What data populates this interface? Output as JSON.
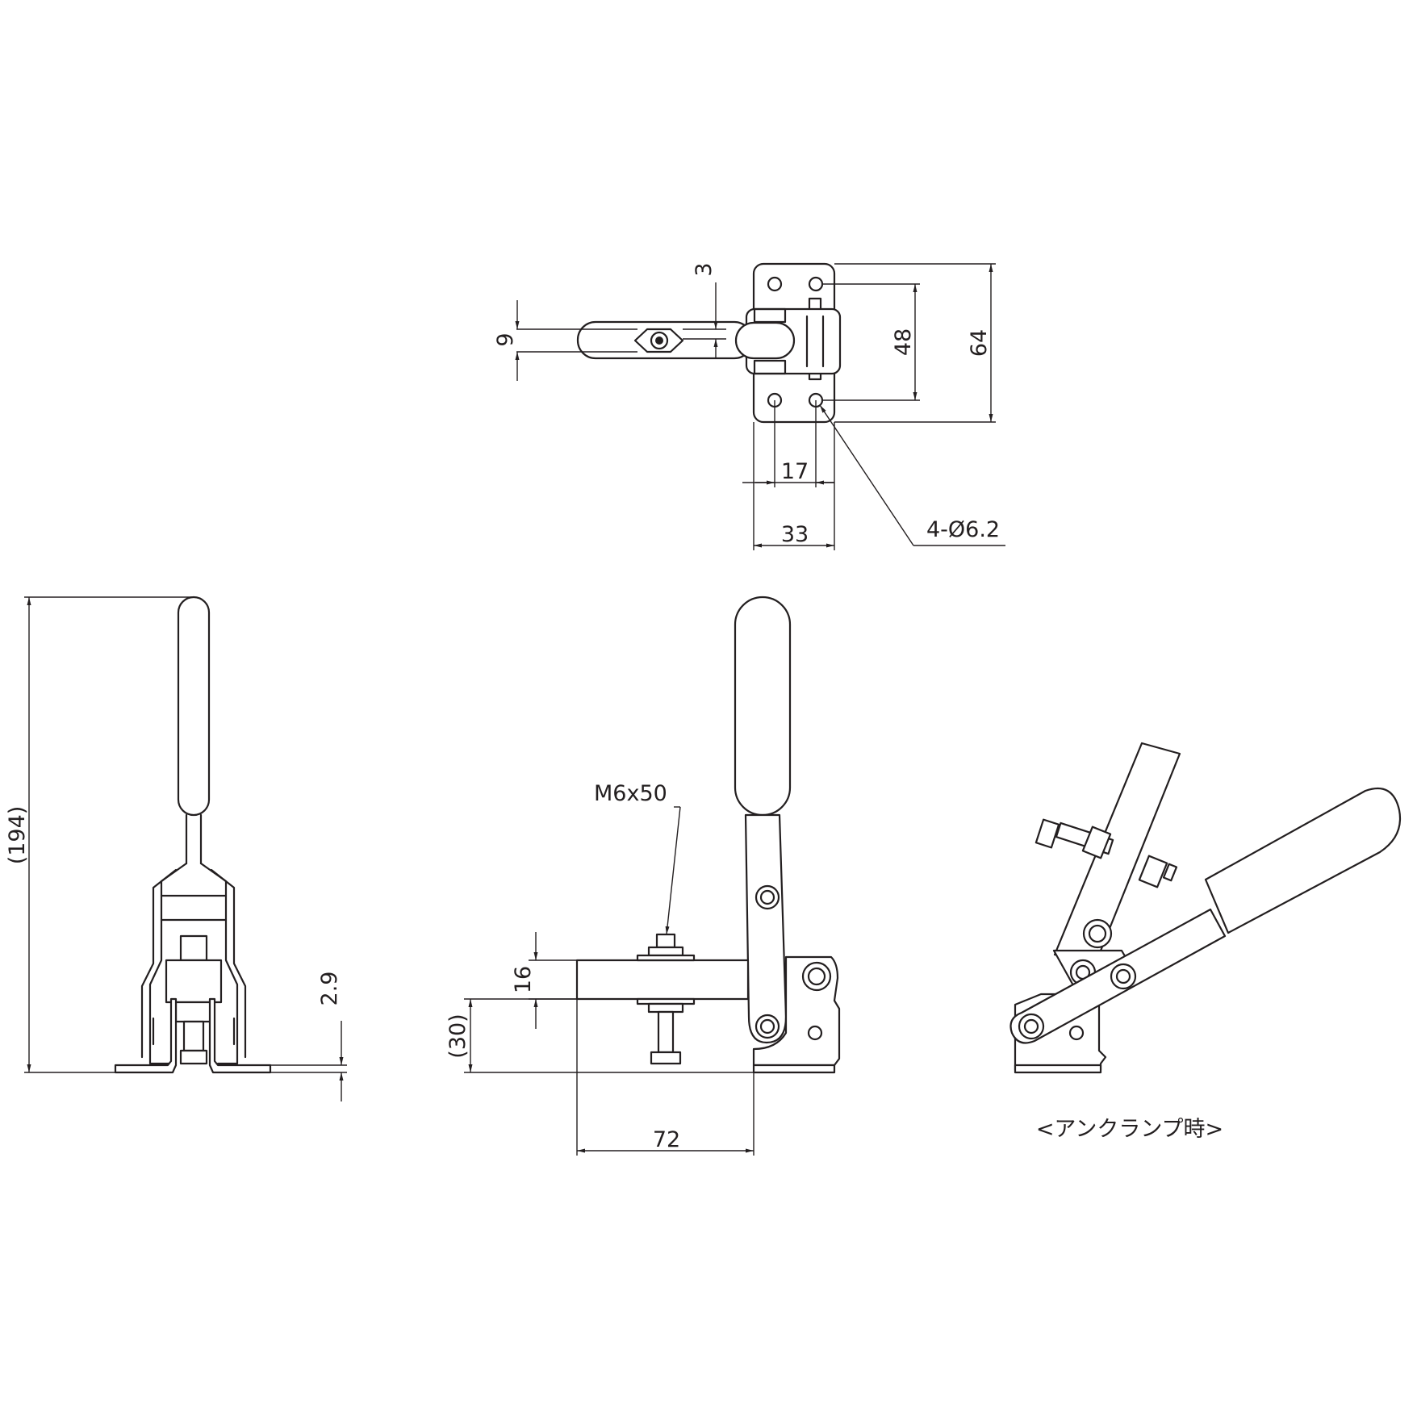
{
  "dimensions": {
    "top_arm_width": "9",
    "top_offset": "3",
    "hole_pitch_v": "48",
    "base_length": "64",
    "hole_pitch_h": "17",
    "base_width": "33",
    "hole_spec": "4-Ø6.2",
    "overall_height": "(194)",
    "base_thickness": "2.9",
    "bolt_offset": "16",
    "arm_height": "(30)",
    "arm_reach": "72"
  },
  "labels": {
    "bolt": "M6x50",
    "unclamp_caption": "<アンクランプ時>"
  }
}
